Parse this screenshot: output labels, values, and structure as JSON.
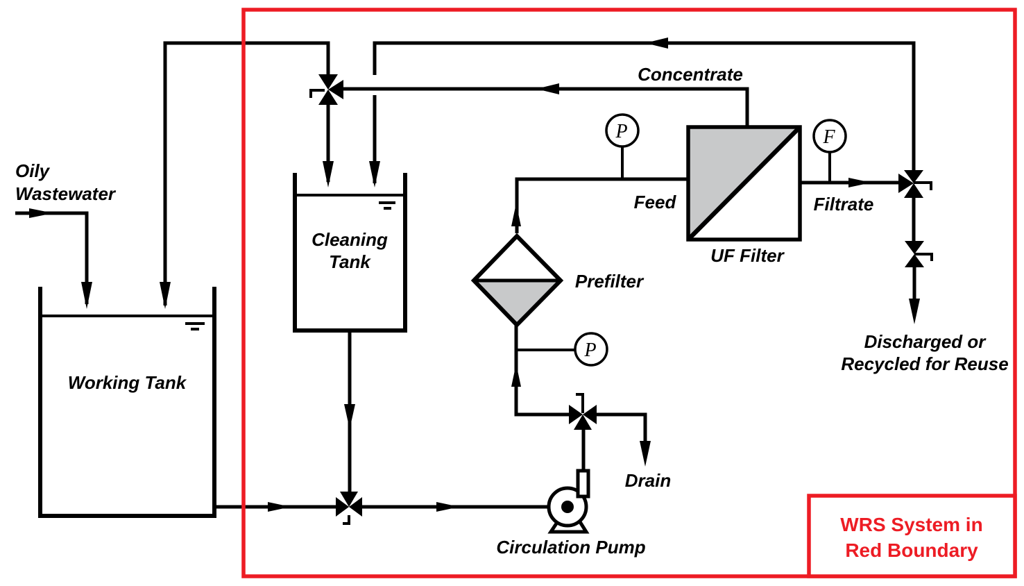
{
  "diagram": {
    "type": "process-flow-diagram",
    "subject": "oily wastewater recycling system (WRS) with ultrafiltration"
  },
  "labels": {
    "oily_wastewater_line1": "Oily",
    "oily_wastewater_line2": "Wastewater",
    "working_tank": "Working Tank",
    "cleaning_tank_line1": "Cleaning",
    "cleaning_tank_line2": "Tank",
    "concentrate": "Concentrate",
    "feed": "Feed",
    "filtrate": "Filtrate",
    "uf_filter": "UF Filter",
    "prefilter": "Prefilter",
    "drain": "Drain",
    "circulation_pump": "Circulation Pump",
    "discharge_line1": "Discharged or",
    "discharge_line2": "Recycled for Reuse",
    "wrs_box_line1": "WRS System in",
    "wrs_box_line2": "Red Boundary"
  },
  "instruments": {
    "feed_pressure_gauge": "P",
    "prefilter_pressure_gauge": "P",
    "filtrate_flow_gauge": "F"
  },
  "colors": {
    "line": "#000000",
    "boundary_red": "#ed1c24",
    "equipment_gray": "#c8c9ca",
    "background": "#ffffff"
  }
}
